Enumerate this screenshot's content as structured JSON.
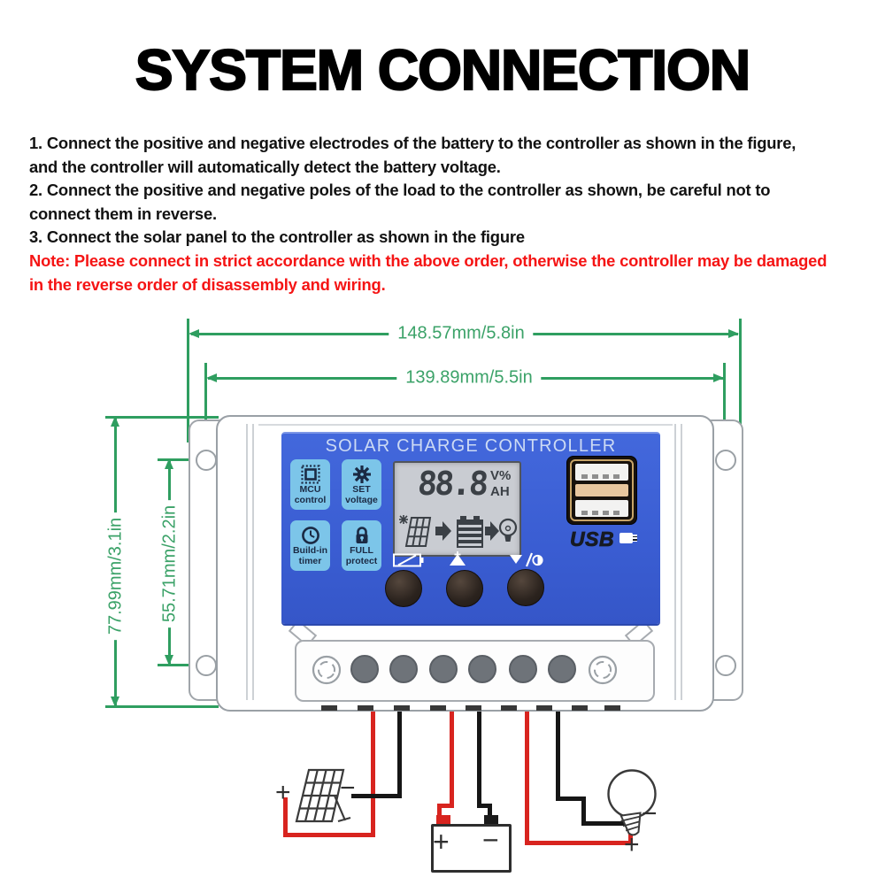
{
  "title": "SYSTEM CONNECTION",
  "instructions": {
    "steps": [
      "1. Connect the positive and negative electrodes of the battery to the controller as shown in the figure,",
      "and the controller will automatically detect the battery voltage.",
      "2. Connect the positive and negative poles of the load to the controller as shown, be careful not to",
      "connect them in reverse.",
      "3. Connect the solar panel to the controller as shown in the figure"
    ],
    "note": [
      "Note: Please connect in strict accordance with the above order, otherwise the controller may be damaged",
      "in the reverse order of disassembly and wiring."
    ]
  },
  "dimensions": {
    "width_outer": "148.57mm/5.8in",
    "width_inner": "139.89mm/5.5in",
    "height_outer": "77.99mm/3.1in",
    "height_inner": "55.71mm/2.2in"
  },
  "controller": {
    "panel_title": "SOLAR CHARGE CONTROLLER",
    "features": [
      {
        "line1": "MCU",
        "line2": "control"
      },
      {
        "line1": "SET",
        "line2": "voltage"
      },
      {
        "line1": "Build-in",
        "line2": "timer"
      },
      {
        "line1": "FULL",
        "line2": "protect"
      }
    ],
    "lcd": {
      "value": "88.8",
      "unit_top": "V%",
      "unit_bottom": "AH"
    },
    "usb_label": "USB"
  },
  "wiring": {
    "solar_plus": "+",
    "solar_minus": "−",
    "battery_plus": "+",
    "battery_minus": "−",
    "load_plus": "+",
    "load_minus": "−"
  },
  "colors": {
    "dimension_green": "#2f9e60",
    "note_red": "#f51414",
    "wire_red": "#d8241f",
    "wire_black": "#161616",
    "panel_blue": "#3c64d6",
    "tile_blue": "#7cc5e9",
    "lcd_gray": "#c9ccd2"
  }
}
